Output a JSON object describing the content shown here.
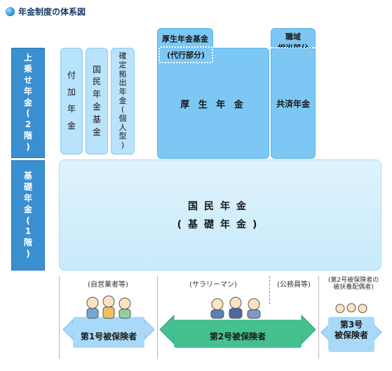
{
  "title": "年金制度の体系図",
  "tiers": {
    "upper": [
      "上",
      "乗",
      "せ",
      "年",
      "金",
      "(",
      "2",
      "階",
      ")"
    ],
    "base": [
      "基",
      "礎",
      "年",
      "金",
      "(",
      "1",
      "階",
      ")"
    ]
  },
  "columns": {
    "fuka": [
      "付",
      "加",
      "年",
      "金"
    ],
    "kikin": [
      "国",
      "民",
      "年",
      "金",
      "基",
      "金"
    ],
    "kakutei": [
      "確",
      "定",
      "拠",
      "出",
      "年",
      "金",
      "(",
      "個",
      "人",
      "型",
      ")"
    ],
    "kosei_kikin": "厚生年金基金",
    "kosei_daiko": "(代行部分)",
    "kosei": "厚 生 年 金",
    "shokuiki_1": "職域",
    "shokuiki_2": "相当部分",
    "kyosai": "共済年金"
  },
  "kokumin": {
    "line1": "国民年金",
    "line2": "(基礎年金)"
  },
  "categories": {
    "self_employed": "(自営業者等)",
    "salaryman": "(サラリーマン)",
    "civil_servant": "(公務員等)",
    "dependent_1": "(第2号被保険者の",
    "dependent_2": "被扶養配偶者)"
  },
  "insured": {
    "first": "第1号被保険者",
    "second": "第2号被保険者",
    "third_1": "第3号",
    "third_2": "被保険者"
  }
}
